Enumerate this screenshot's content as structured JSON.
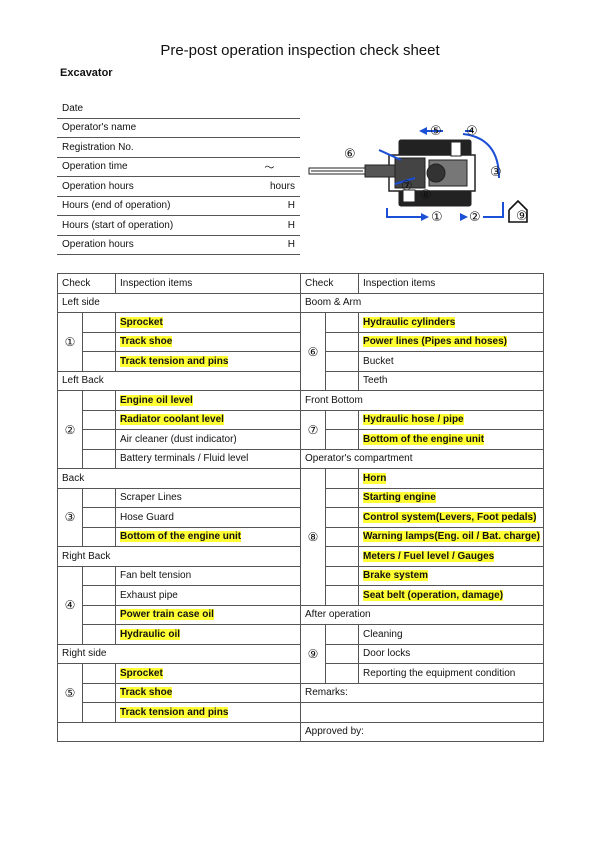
{
  "title": "Pre-post operation inspection check sheet",
  "subtitle": "Excavator",
  "info": {
    "date": "Date",
    "operator_name": "Operator's name",
    "registration_no": "Registration No.",
    "operation_time": "Operation time",
    "tilde": "～",
    "operation_hours": "Operation  hours",
    "hours_unit": "hours",
    "hours_end": "Hours  (end  of  operation)",
    "hours_start": "Hours  (start  of  operation)",
    "operation_hours2": "Operation  hours",
    "h_unit": "H"
  },
  "diagram": {
    "markers": [
      "①",
      "②",
      "③",
      "④",
      "⑤",
      "⑥",
      "⑦",
      "⑧",
      "⑨"
    ],
    "accent_color": "#1a4fd6"
  },
  "table": {
    "header": {
      "check": "Check",
      "items": "Inspection items"
    },
    "left": {
      "left_side": "Left side",
      "left_back": "Left Back",
      "back": "Back",
      "right_back": "Right Back",
      "right_side": "Right side",
      "g1": [
        "Sprocket",
        "Track shoe",
        "Track tension and pins"
      ],
      "g2": [
        "Engine oil level",
        "Radiator coolant level",
        "Air cleaner (dust indicator)",
        "Battery terminals / Fluid level"
      ],
      "g3": [
        "Scraper Lines",
        "Hose Guard",
        "Bottom of the engine unit"
      ],
      "g4": [
        "Fan belt tension",
        "Exhaust pipe",
        "Power train case oil",
        "Hydraulic oil"
      ],
      "g5": [
        "Sprocket",
        "Track shoe",
        "Track tension and pins"
      ]
    },
    "right": {
      "boom_arm": "Boom & Arm",
      "front_bottom": "Front Bottom",
      "operators_compartment": "Operator's compartment",
      "after_operation": "After operation",
      "g6": [
        "Hydraulic cylinders",
        "Power lines (Pipes and hoses)",
        "Bucket",
        "Teeth"
      ],
      "g7": [
        "Hydraulic hose / pipe",
        "Bottom of the engine unit"
      ],
      "g8": [
        "Horn",
        "Starting engine",
        "Control system(Levers, Foot pedals)",
        "Warning lamps(Eng. oil / Bat. charge)",
        "Meters / Fuel level / Gauges",
        "Brake system",
        "Seat belt (operation, damage)"
      ],
      "g9": [
        "Cleaning",
        "Door locks",
        "Reporting the equipment condition"
      ],
      "remarks": "Remarks:",
      "approved_by": "Approved by:"
    },
    "highlight_color": "#ffff33"
  }
}
